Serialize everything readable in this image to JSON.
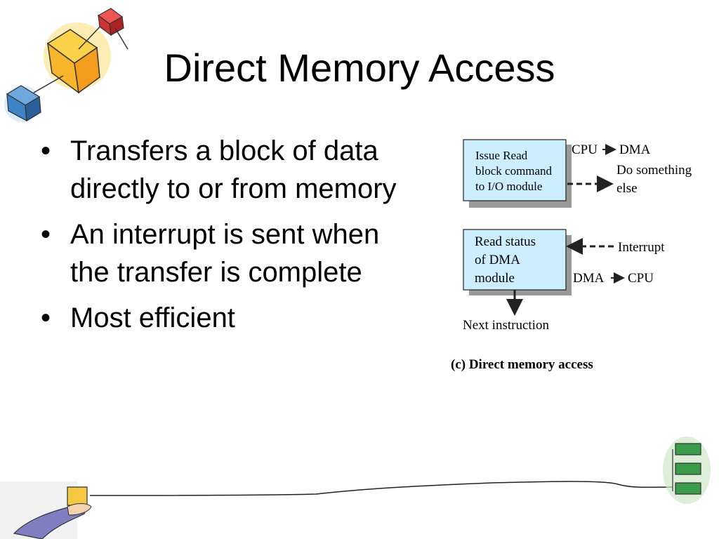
{
  "slide": {
    "title": "Direct Memory Access",
    "bullets": [
      {
        "line1": "Transfers a block of data",
        "line2": "directly to or from memory"
      },
      {
        "line1": "An interrupt is sent when",
        "line2": "the transfer is complete"
      },
      {
        "line1": "Most efficient",
        "line2": ""
      }
    ]
  },
  "diagram": {
    "box1": {
      "line1": "Issue Read",
      "line2": "block command",
      "line3": "to I/O module"
    },
    "box2": {
      "line1": "Read status",
      "line2": "of DMA",
      "line3": "module"
    },
    "cpu_dma": {
      "from": "CPU",
      "to": "DMA"
    },
    "do_something": {
      "line1": "Do something",
      "line2": "else"
    },
    "interrupt": "Interrupt",
    "dma_cpu": {
      "from": "DMA",
      "to": "CPU"
    },
    "next_instruction": "Next instruction",
    "caption": "(c) Direct memory access",
    "box_fill": "#cceeff"
  }
}
